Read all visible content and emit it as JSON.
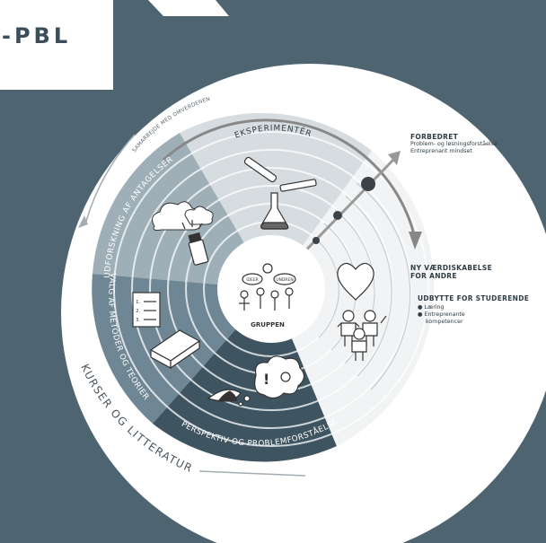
{
  "logo": {
    "text": "-PBL"
  },
  "diagram": {
    "outer_arc_label": "SAMARBEJDE MED OMVERDENEN",
    "segments": {
      "eksperimenter": "EKSPERIMENTÉR",
      "udforskning": "UDFORSKNING AF ANTAGELSER",
      "valg": "VALG AF METODER OG TEORIER",
      "perspektiv": "PERSPEKTIV OG PROBLEMFORSTÅELSE"
    },
    "kurser": "KURSER OG LITTERATUR",
    "center": {
      "label": "GRUPPEN",
      "bubble_left": "IDEER",
      "bubble_right": "UNDREN"
    },
    "icons": [
      "clouds-icon",
      "flashlight-icon",
      "test-tube-icon",
      "flask-icon",
      "checklist-icon",
      "book-icon",
      "eye-icon",
      "idea-bubble-icon",
      "heart-icon",
      "people-icon"
    ]
  },
  "right_panel": {
    "forbedret": {
      "title": "FORBEDRET",
      "lines": [
        "Problem- og løsningsforståelse",
        "Entreprenant mindset"
      ]
    },
    "vaerdi": {
      "title_line1": "NY VÆRDISKABELSE",
      "title_line2": "FOR ANDRE"
    },
    "udbytte": {
      "title": "UDBYTTE FOR STUDERENDE",
      "bullets": [
        "Læring",
        "Entreprenante",
        "kompetencer"
      ]
    }
  },
  "colors": {
    "background": "#4e6470",
    "ring": "#ffffff",
    "seg_eksperimenter": "#d6dcdf",
    "seg_udforskning": "#9eafb8",
    "seg_valg": "#6f8794",
    "seg_perspektiv": "#3e5561",
    "text_dark": "#2f3d45"
  }
}
